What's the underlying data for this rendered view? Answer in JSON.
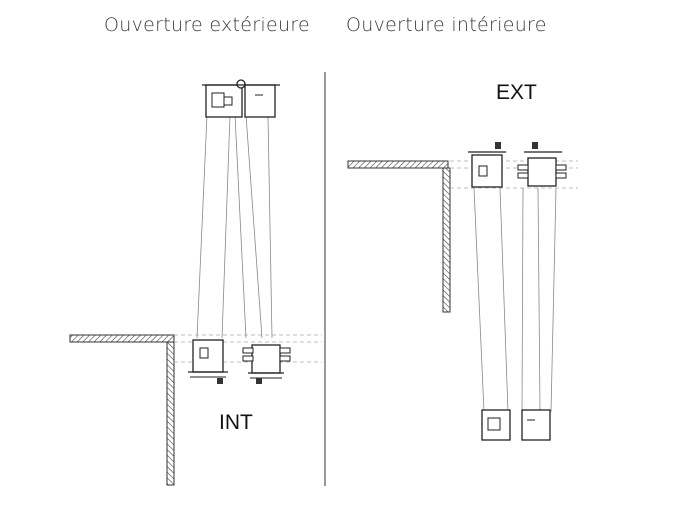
{
  "headings": {
    "left": "Ouverture extérieure",
    "right": "Ouverture intérieure"
  },
  "labels": {
    "ext": "EXT",
    "int": "INT"
  },
  "colors": {
    "line": "#333333",
    "thin_line": "#9a9a9a",
    "hatch": "#444444"
  }
}
